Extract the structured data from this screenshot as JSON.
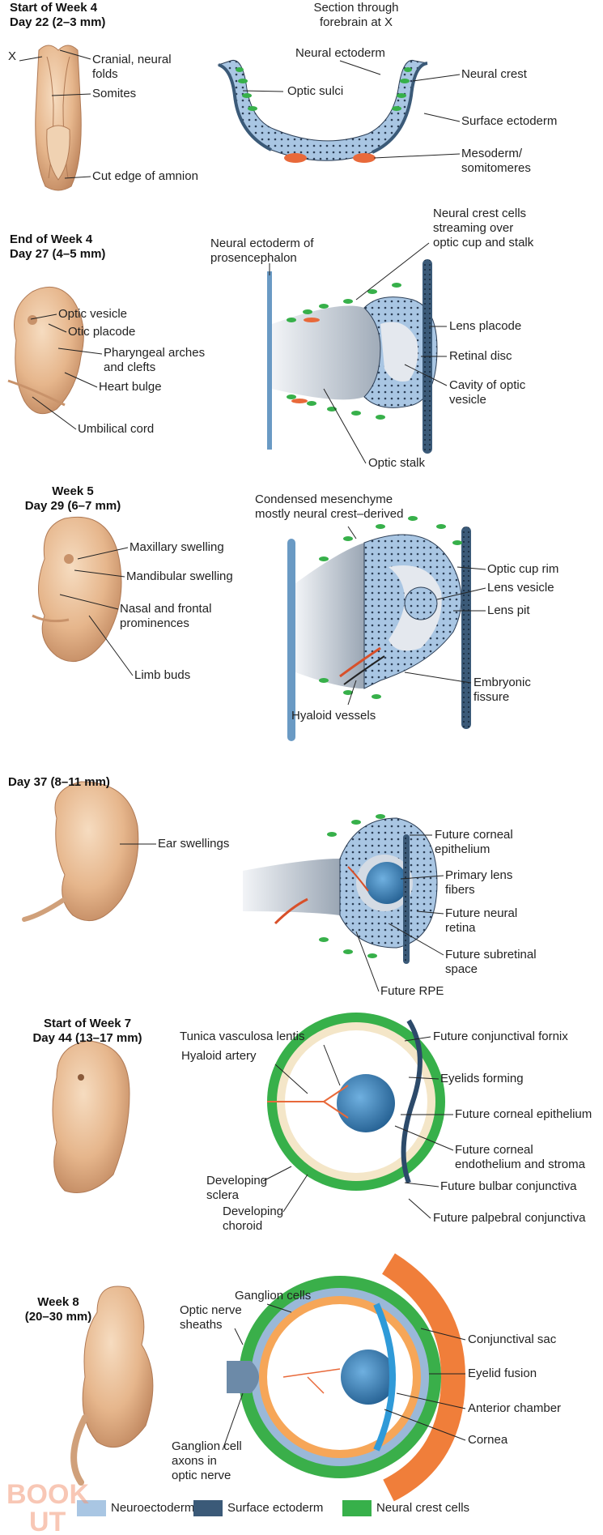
{
  "colors": {
    "neuroectoderm": "#a9c6e3",
    "surface_ectoderm": "#3b5a78",
    "neural_crest": "#37b04a",
    "mesoderm": "#e8693a",
    "embryo_skin": "#e9bf96",
    "embryo_shadow": "#c8926a",
    "lens": "#2b6ea3",
    "cup_gray": "#aab6c4",
    "hyaloid": "#d8502a"
  },
  "stages": [
    {
      "heading": [
        "Start of Week 4",
        "Day 22 (2–3 mm)"
      ],
      "section_title": [
        "Section through",
        "forebrain at X"
      ],
      "embryo_labels": [
        {
          "id": "x",
          "lines": [
            "X"
          ]
        },
        {
          "id": "cranial-neural-folds",
          "lines": [
            "Cranial, neural",
            "folds"
          ]
        },
        {
          "id": "somites",
          "lines": [
            "Somites"
          ]
        },
        {
          "id": "cut-edge-amnion",
          "lines": [
            "Cut edge of amnion"
          ]
        }
      ],
      "section_labels": [
        {
          "id": "neural-ectoderm",
          "lines": [
            "Neural ectoderm"
          ]
        },
        {
          "id": "optic-sulci",
          "lines": [
            "Optic sulci"
          ]
        },
        {
          "id": "neural-crest",
          "lines": [
            "Neural crest"
          ]
        },
        {
          "id": "surface-ectoderm",
          "lines": [
            "Surface ectoderm"
          ]
        },
        {
          "id": "mesoderm-somitomeres",
          "lines": [
            "Mesoderm/",
            "somitomeres"
          ]
        }
      ]
    },
    {
      "heading": [
        "End of Week 4",
        "Day 27 (4–5 mm)"
      ],
      "embryo_labels": [
        {
          "id": "optic-vesicle",
          "lines": [
            "Optic vesicle"
          ]
        },
        {
          "id": "otic-placode",
          "lines": [
            "Otic placode"
          ]
        },
        {
          "id": "pharyngeal-arches",
          "lines": [
            "Pharyngeal arches",
            "and clefts"
          ]
        },
        {
          "id": "heart-bulge",
          "lines": [
            "Heart bulge"
          ]
        },
        {
          "id": "umbilical-cord",
          "lines": [
            "Umbilical cord"
          ]
        }
      ],
      "section_labels": [
        {
          "id": "neural-ectoderm-prosencephalon",
          "lines": [
            "Neural ectoderm of",
            "prosencephalon"
          ]
        },
        {
          "id": "neural-crest-streaming",
          "lines": [
            "Neural crest cells",
            "streaming over",
            "optic cup and stalk"
          ]
        },
        {
          "id": "lens-placode",
          "lines": [
            "Lens placode"
          ]
        },
        {
          "id": "retinal-disc",
          "lines": [
            "Retinal disc"
          ]
        },
        {
          "id": "cavity-optic-vesicle",
          "lines": [
            "Cavity of optic",
            "vesicle"
          ]
        },
        {
          "id": "optic-stalk",
          "lines": [
            "Optic stalk"
          ]
        }
      ]
    },
    {
      "heading": [
        "Week 5",
        "Day 29 (6–7 mm)"
      ],
      "embryo_labels": [
        {
          "id": "maxillary-swelling",
          "lines": [
            "Maxillary swelling"
          ]
        },
        {
          "id": "mandibular-swelling",
          "lines": [
            "Mandibular swelling"
          ]
        },
        {
          "id": "nasal-frontal",
          "lines": [
            "Nasal and frontal",
            "prominences"
          ]
        },
        {
          "id": "limb-buds",
          "lines": [
            "Limb buds"
          ]
        }
      ],
      "section_labels": [
        {
          "id": "condensed-mesenchyme",
          "lines": [
            "Condensed mesenchyme",
            "mostly neural crest–derived"
          ]
        },
        {
          "id": "optic-cup-rim",
          "lines": [
            "Optic cup rim"
          ]
        },
        {
          "id": "lens-vesicle",
          "lines": [
            "Lens vesicle"
          ]
        },
        {
          "id": "lens-pit",
          "lines": [
            "Lens pit"
          ]
        },
        {
          "id": "embryonic-fissure",
          "lines": [
            "Embryonic",
            "fissure"
          ]
        },
        {
          "id": "hyaloid-vessels",
          "lines": [
            "Hyaloid vessels"
          ]
        }
      ]
    },
    {
      "heading": [
        "Day 37 (8–11 mm)"
      ],
      "embryo_labels": [
        {
          "id": "ear-swellings",
          "lines": [
            "Ear swellings"
          ]
        }
      ],
      "section_labels": [
        {
          "id": "future-corneal-epithelium",
          "lines": [
            "Future corneal",
            "epithelium"
          ]
        },
        {
          "id": "primary-lens-fibers",
          "lines": [
            "Primary lens",
            "fibers"
          ]
        },
        {
          "id": "future-neural-retina",
          "lines": [
            "Future neural",
            "retina"
          ]
        },
        {
          "id": "future-subretinal-space",
          "lines": [
            "Future subretinal",
            "space"
          ]
        },
        {
          "id": "future-rpe",
          "lines": [
            "Future RPE"
          ]
        }
      ]
    },
    {
      "heading": [
        "Start of Week 7",
        "Day 44 (13–17 mm)"
      ],
      "embryo_labels": [],
      "section_labels": [
        {
          "id": "tunica-vasculosa-lentis",
          "lines": [
            "Tunica vasculosa lentis"
          ]
        },
        {
          "id": "hyaloid-artery",
          "lines": [
            "Hyaloid artery"
          ]
        },
        {
          "id": "future-conjunctival-fornix",
          "lines": [
            "Future conjunctival fornix"
          ]
        },
        {
          "id": "eyelids-forming",
          "lines": [
            "Eyelids forming"
          ]
        },
        {
          "id": "future-corneal-epithelium-7",
          "lines": [
            "Future corneal epithelium"
          ]
        },
        {
          "id": "future-corneal-endothelium",
          "lines": [
            "Future corneal",
            "endothelium and stroma"
          ]
        },
        {
          "id": "future-bulbar-conjunctiva",
          "lines": [
            "Future bulbar conjunctiva"
          ]
        },
        {
          "id": "future-palpebral-conjunctiva",
          "lines": [
            "Future palpebral conjunctiva"
          ]
        },
        {
          "id": "developing-sclera",
          "lines": [
            "Developing",
            "sclera"
          ]
        },
        {
          "id": "developing-choroid",
          "lines": [
            "Developing",
            "choroid"
          ]
        }
      ]
    },
    {
      "heading": [
        "Week 8",
        "(20–30 mm)"
      ],
      "embryo_labels": [],
      "section_labels": [
        {
          "id": "ganglion-cells",
          "lines": [
            "Ganglion cells"
          ]
        },
        {
          "id": "optic-nerve-sheaths",
          "lines": [
            "Optic nerve",
            "sheaths"
          ]
        },
        {
          "id": "conjunctival-sac",
          "lines": [
            "Conjunctival sac"
          ]
        },
        {
          "id": "eyelid-fusion",
          "lines": [
            "Eyelid fusion"
          ]
        },
        {
          "id": "anterior-chamber",
          "lines": [
            "Anterior chamber"
          ]
        },
        {
          "id": "cornea",
          "lines": [
            "Cornea"
          ]
        },
        {
          "id": "ganglion-axons",
          "lines": [
            "Ganglion cell",
            "axons in",
            "optic nerve"
          ]
        }
      ]
    }
  ],
  "legend": [
    {
      "label": "Neuroectoderm",
      "color": "#a9c6e3"
    },
    {
      "label": "Surface ectoderm",
      "color": "#3b5a78"
    },
    {
      "label": "Neural crest cells",
      "color": "#37b04a"
    }
  ],
  "watermark": {
    "line1": "BOOK",
    "line2": "UT"
  }
}
